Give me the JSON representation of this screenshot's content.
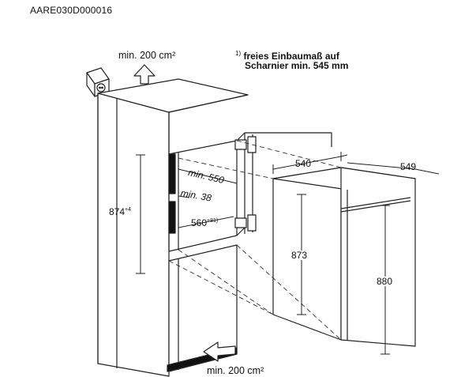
{
  "header": {
    "code": "AARE030D000016"
  },
  "labels": {
    "vent_top": "min. 200 cm²",
    "vent_bottom": "min. 200 cm²",
    "note_marker": "1)",
    "note_line1": "freies Einbaumaß auf",
    "note_line2": "Scharnier min. 545 mm"
  },
  "dimensions": {
    "niche_height": "874",
    "niche_height_tol": "+4",
    "depth_min": "min. 550",
    "gap_min": "min. 38",
    "niche_width": "560",
    "niche_width_tol": "+8",
    "niche_width_note": "1)",
    "appliance_width": "540",
    "appliance_depth": "549",
    "appliance_height": "873",
    "height_door": "880"
  }
}
